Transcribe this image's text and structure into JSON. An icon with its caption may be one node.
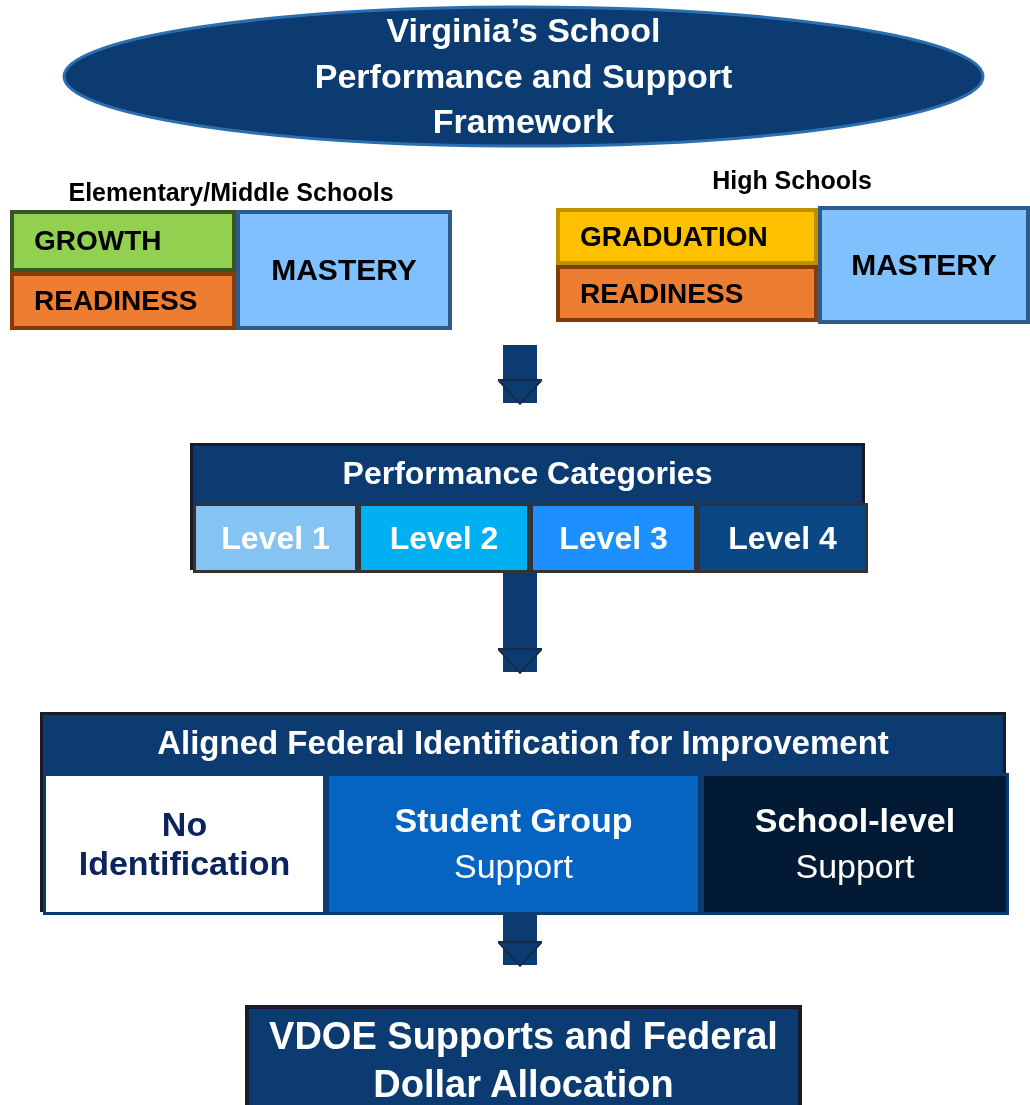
{
  "diagram": {
    "nodes": [
      {
        "text": [
          "Virginia’s School Performance and Support Framework"
        ]
      },
      {
        "text": [
          "Elementary/Middle Schools"
        ]
      },
      {
        "text": [
          "GROWTH"
        ],
        "in": 1
      },
      {
        "text": [
          "READINESS"
        ],
        "in": 1
      },
      {
        "text": [
          "MASTERY"
        ],
        "in": 1
      },
      {
        "text": [
          "High Schools"
        ]
      },
      {
        "text": [
          "GRADUATION"
        ],
        "in": 5
      },
      {
        "text": [
          "READINESS"
        ],
        "in": 5
      },
      {
        "text": [
          "MASTERY"
        ],
        "in": 5
      },
      {
        "text": [
          "Performance Categories"
        ]
      },
      {
        "text": [
          "Level 1"
        ],
        "in": 9
      },
      {
        "text": [
          "Level 2"
        ],
        "in": 9
      },
      {
        "text": [
          "Level 3"
        ],
        "in": 9
      },
      {
        "text": [
          "Level 4"
        ],
        "in": 9
      },
      {
        "text": [
          "Aligned Federal Identification for Improvement"
        ]
      },
      {
        "text": [
          "No Identification"
        ],
        "in": 14
      },
      {
        "text": [
          "Student Group",
          "Support"
        ],
        "in": 14
      },
      {
        "text": [
          "School-level",
          "Support"
        ],
        "in": 14
      },
      {
        "text": [
          "VDOE Supports and Federal Dollar Allocation"
        ]
      }
    ],
    "edges": [
      {
        "from": null,
        "to": 9,
        "arrow": "to"
      },
      {
        "from": 9,
        "to": 14,
        "arrow": "to"
      },
      {
        "from": 14,
        "to": 18,
        "arrow": "to"
      }
    ]
  }
}
